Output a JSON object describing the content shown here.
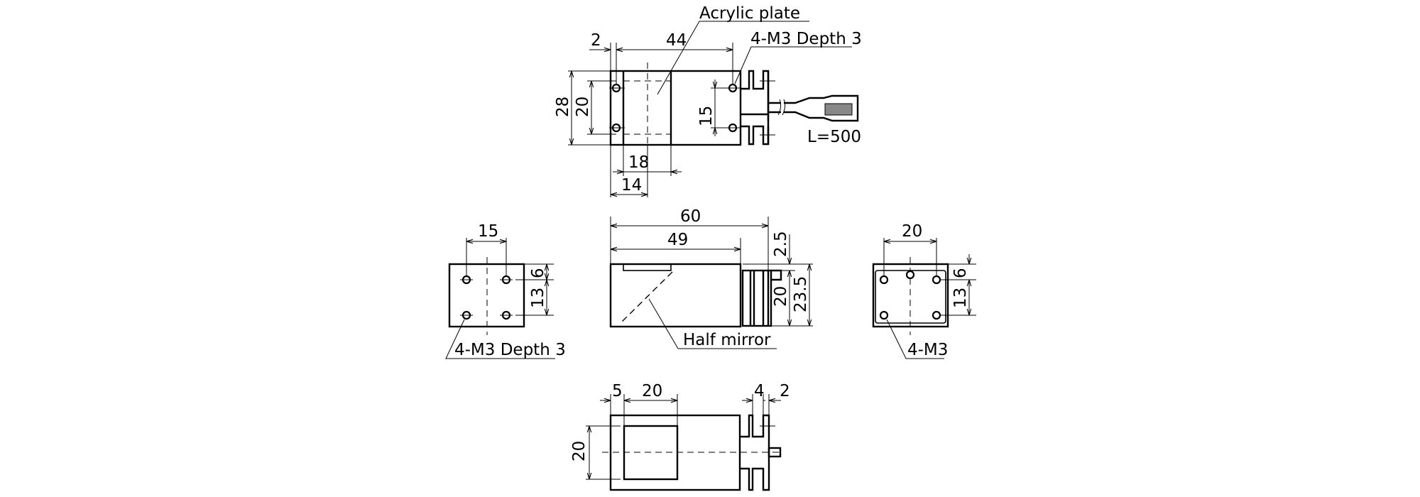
{
  "drawing": {
    "type": "orthographic technical drawing",
    "views": {
      "top": {
        "labels": {
          "acrylic": "Acrylic plate",
          "threads": "4-M3 Depth 3",
          "cable": "L=500"
        },
        "dims": {
          "d2": "2",
          "d44": "44",
          "d28": "28",
          "d20": "20",
          "d15": "15",
          "d18": "18",
          "d14": "14"
        }
      },
      "front": {
        "labels": {
          "mirror": "Half mirror"
        },
        "dims": {
          "d60": "60",
          "d49": "49",
          "d2_5": "2.5",
          "d20": "20",
          "d23_5": "23.5"
        }
      },
      "left": {
        "labels": {
          "threads": "4-M3 Depth 3"
        },
        "dims": {
          "d15": "15",
          "d6": "6",
          "d13": "13"
        }
      },
      "right": {
        "labels": {
          "threads": "4-M3"
        },
        "dims": {
          "d20": "20",
          "d6": "6",
          "d13": "13"
        }
      },
      "bottom": {
        "dims": {
          "d5": "5",
          "d20w": "20",
          "d4": "4",
          "d2": "2",
          "d20h": "20"
        }
      }
    }
  }
}
